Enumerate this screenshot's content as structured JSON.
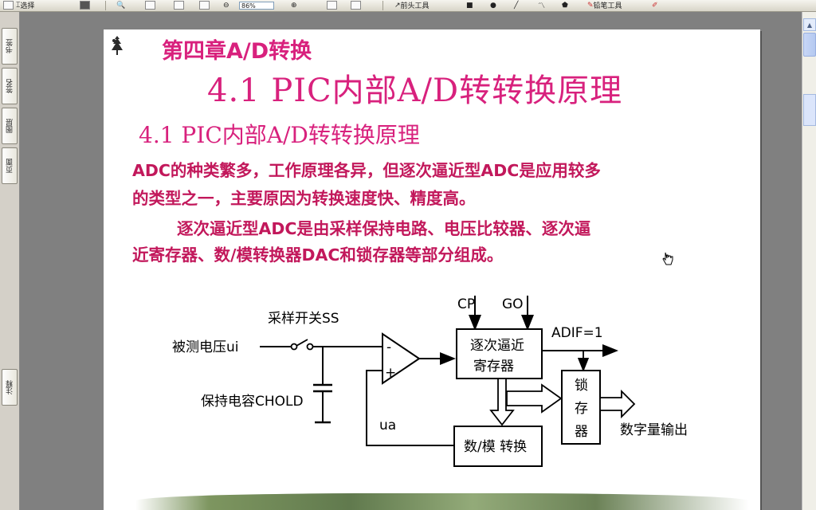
{
  "toolbar": {
    "select_label": "选择",
    "zoom_value": "86%",
    "annotation_tools_label": "前头工具",
    "pencil_tools_label": "铅笔工具"
  },
  "side_tabs": [
    {
      "label": "书签"
    },
    {
      "label": "签名"
    },
    {
      "label": "图层"
    },
    {
      "label": "页面"
    },
    {
      "label": "注释"
    }
  ],
  "slide": {
    "chapter_title": "第四章A/D转换",
    "main_title": "4.1 PIC内部A/D转转换原理",
    "sub_title": "4.1 PIC内部A/D转转换原理",
    "paragraph1": [
      "ADC的种类繁多，工作原理各异，但逐次逼近型ADC是应用较多",
      "的类型之一，主要原因为转换速度快、精度高。"
    ],
    "paragraph2": [
      "逐次逼近型ADC是由采样保持电路、电压比较器、逐次逼",
      "近寄存器、数/模转换器DAC和锁存器等部分组成。"
    ],
    "text_color": "#c2185b"
  },
  "diagram": {
    "input_label": "被测电压ui",
    "switch_label": "采样开关SS",
    "capacitor_label": "保持电容CHOLD",
    "feedback_label": "ua",
    "comparator_minus": "-",
    "comparator_plus": "+",
    "cp_label": "CP",
    "go_label": "GO",
    "sar_lines": [
      "逐次逼近",
      "寄存器"
    ],
    "adif_label": "ADIF=1",
    "latch_chars": [
      "锁",
      "存",
      "器"
    ],
    "dac_label": "数/模 转换",
    "output_label": "数字量输出"
  }
}
